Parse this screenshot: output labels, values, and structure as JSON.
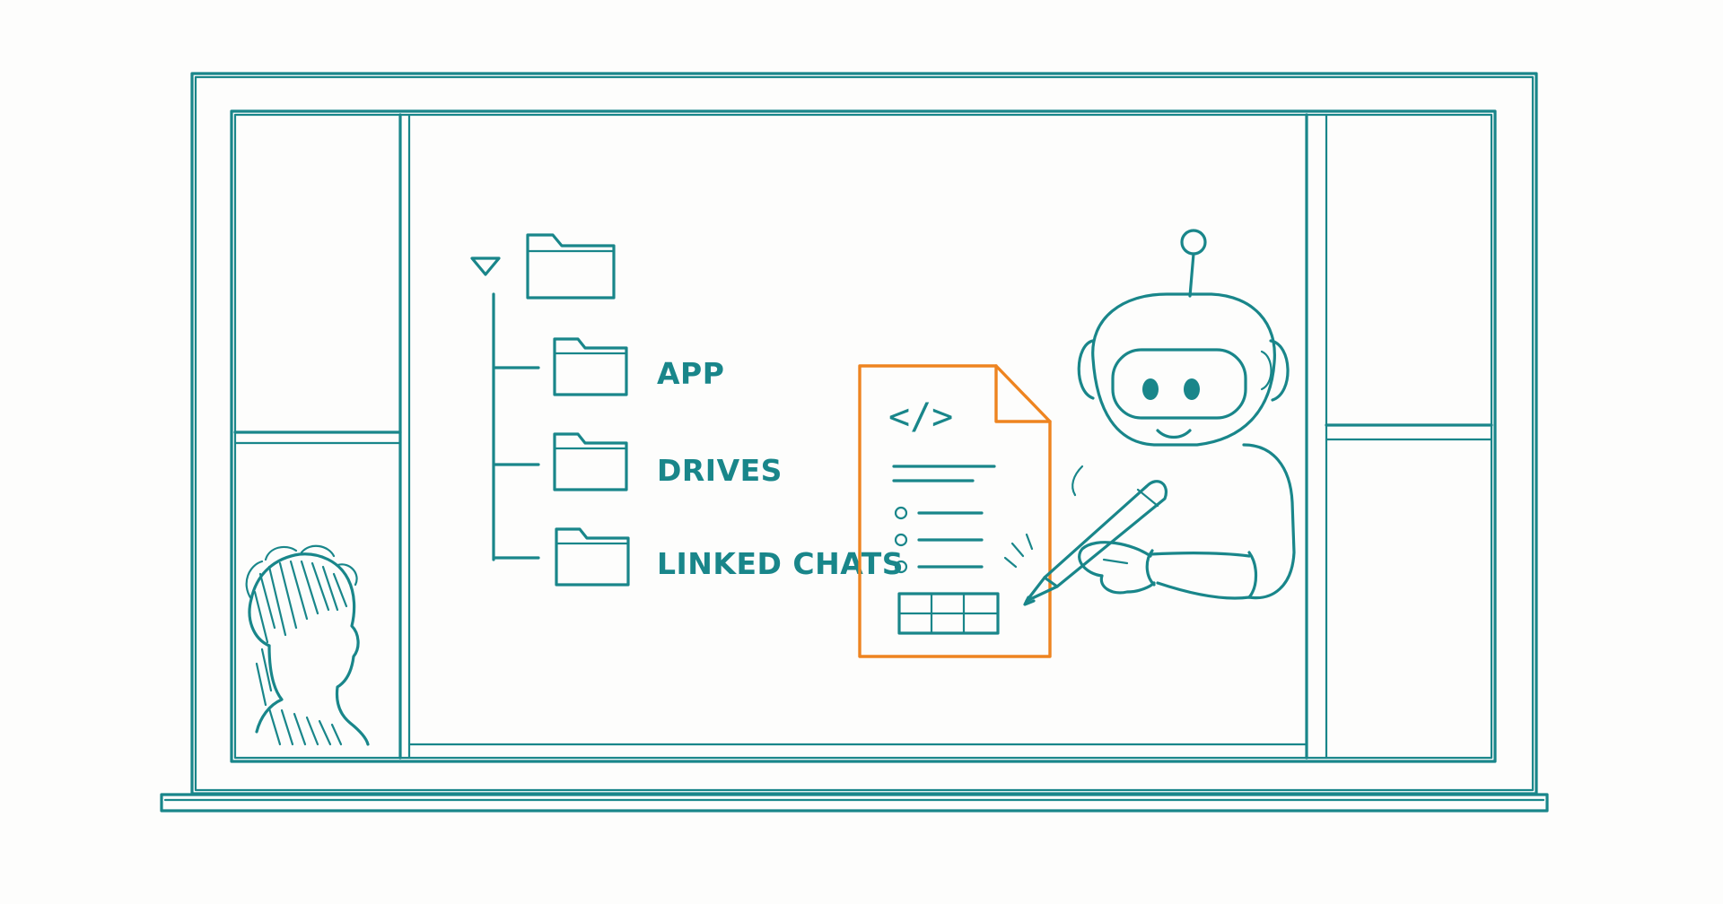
{
  "colors": {
    "accent": "#19868a",
    "highlight": "#ee8420",
    "background": "#fdfdfc"
  },
  "file_tree": {
    "root_icon": "folder-icon",
    "toggle_icon": "triangle-down-icon",
    "items": [
      {
        "label": "APP",
        "icon": "folder-icon"
      },
      {
        "label": "DRIVES",
        "icon": "folder-icon"
      },
      {
        "label": "LINKED CHATS",
        "icon": "folder-icon"
      }
    ]
  },
  "document": {
    "icon": "code-document-icon",
    "code_glyph": "</>"
  },
  "characters": {
    "agent": "robot-icon",
    "user": "person-icon",
    "tool": "pencil-icon"
  }
}
